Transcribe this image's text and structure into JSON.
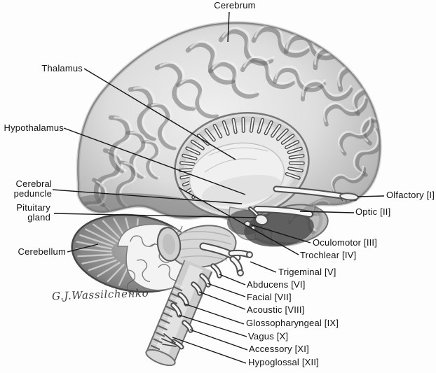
{
  "diagram": {
    "title_hint": "Brain and cranial nerves diagram",
    "ink_color": "#121212",
    "background_color": "#fdfdfd",
    "signature": "G.J.Wassilchenko",
    "labels": {
      "cerebrum": "Cerebrum",
      "thalamus": "Thalamus",
      "hypothalamus": "Hypothalamus",
      "cerebral_peduncle": "Cerebral peduncle",
      "pituitary_gland": "Pituitary gland",
      "cerebellum": "Cerebellum",
      "olfactory": "Olfactory [I]",
      "optic": "Optic [II]",
      "oculomotor": "Oculomotor [III]",
      "trochlear": "Trochlear [IV]",
      "trigeminal": "Trigeminal [V]",
      "abducens": "Abducens [VI]",
      "facial": "Facial [VII]",
      "acoustic": "Acoustic [VIII]",
      "glossopharyngeal": "Glossopharyngeal [IX]",
      "vagus": "Vagus [X]",
      "accessory": "Accessory [XI]",
      "hypoglossal": "Hypoglossal [XII]"
    }
  }
}
